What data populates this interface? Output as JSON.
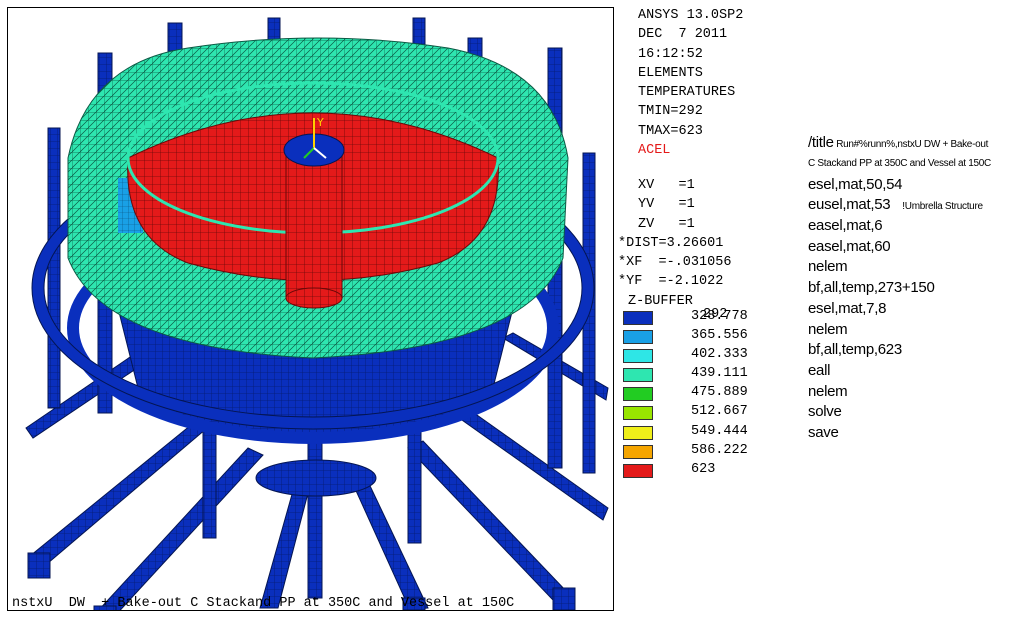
{
  "window": {
    "caption": "nstxU  DW  + Bake-out C Stackand PP at 350C and Vessel at 150C"
  },
  "info": {
    "lines": [
      "ANSYS 13.0SP2",
      "DEC  7 2011",
      "16:12:52",
      "ELEMENTS",
      "TEMPERATURES",
      "TMIN=292",
      "TMAX=623"
    ],
    "acel": "ACEL",
    "acel_color": "#e41a1a"
  },
  "view": {
    "xv": "XV   =1",
    "yv": "YV   =1",
    "zv": "ZV   =1",
    "dist": "*DIST=3.26601",
    "xf": "*XF  =-.031056",
    "yf": "*YF  =-2.1022",
    "zbuffer": "Z-BUFFER"
  },
  "legend": {
    "min": "292",
    "items": [
      {
        "value": "328.778",
        "color": "#0a2fbd"
      },
      {
        "value": "365.556",
        "color": "#19a0e6"
      },
      {
        "value": "402.333",
        "color": "#2ee6e6"
      },
      {
        "value": "439.111",
        "color": "#2ee6b0"
      },
      {
        "value": "475.889",
        "color": "#22cc22"
      },
      {
        "value": "512.667",
        "color": "#99e600"
      },
      {
        "value": "549.444",
        "color": "#f0f01a"
      },
      {
        "value": "586.222",
        "color": "#f5a500"
      },
      {
        "value": "623",
        "color": "#e41a1a"
      }
    ]
  },
  "commands": {
    "title_cmd": "/title",
    "title_text": " Run#%runn%,nstxU  DW  + Bake-out",
    "title_cont": "C Stackand PP at 350C and Vessel at 150C",
    "lines": [
      "esel,mat,50,54",
      "eusel,mat,53",
      "easel,mat,6",
      "easel,mat,60",
      "nelem",
      "bf,all,temp,273+150",
      "esel,mat,7,8",
      "nelem",
      "bf,all,temp,623",
      "eall",
      "nelem",
      "solve",
      "save"
    ],
    "comment": "!Umbrella Structure"
  },
  "model_colors": {
    "support": "#0a2fbd",
    "shell": "#2ee6b0",
    "interior": "#e41a1a"
  }
}
